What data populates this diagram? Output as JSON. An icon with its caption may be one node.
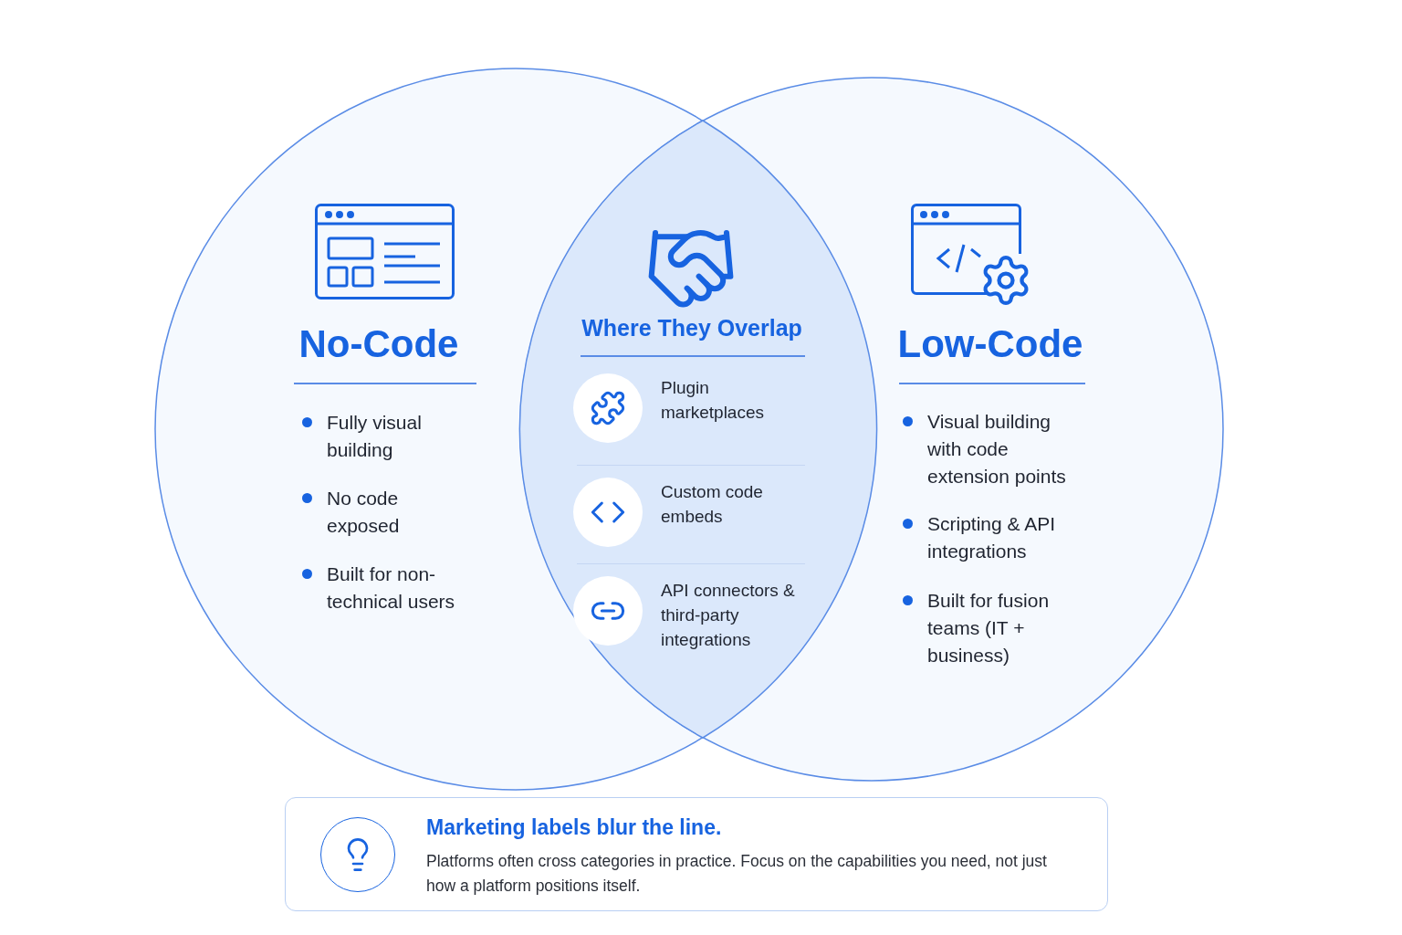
{
  "diagram": {
    "nodes": [
      {
        "text": [
          "No-Code",
          "Fully visual building",
          "No code exposed",
          "Built for non-technical users"
        ]
      },
      {
        "text": [
          "Low-Code",
          "Visual building with code extension points",
          "Scripting & API integrations",
          "Built for fusion teams (IT + business)"
        ]
      },
      {
        "text": [
          "Where They Overlap",
          "Plugin marketplaces",
          "Custom code embeds",
          "API connectors & third-party integrations"
        ]
      },
      {
        "text": [
          "Marketing labels blur the line.",
          "Platforms often cross categories in practice. Focus on the capabilities you need, not just how a platform positions itself."
        ]
      }
    ]
  }
}
